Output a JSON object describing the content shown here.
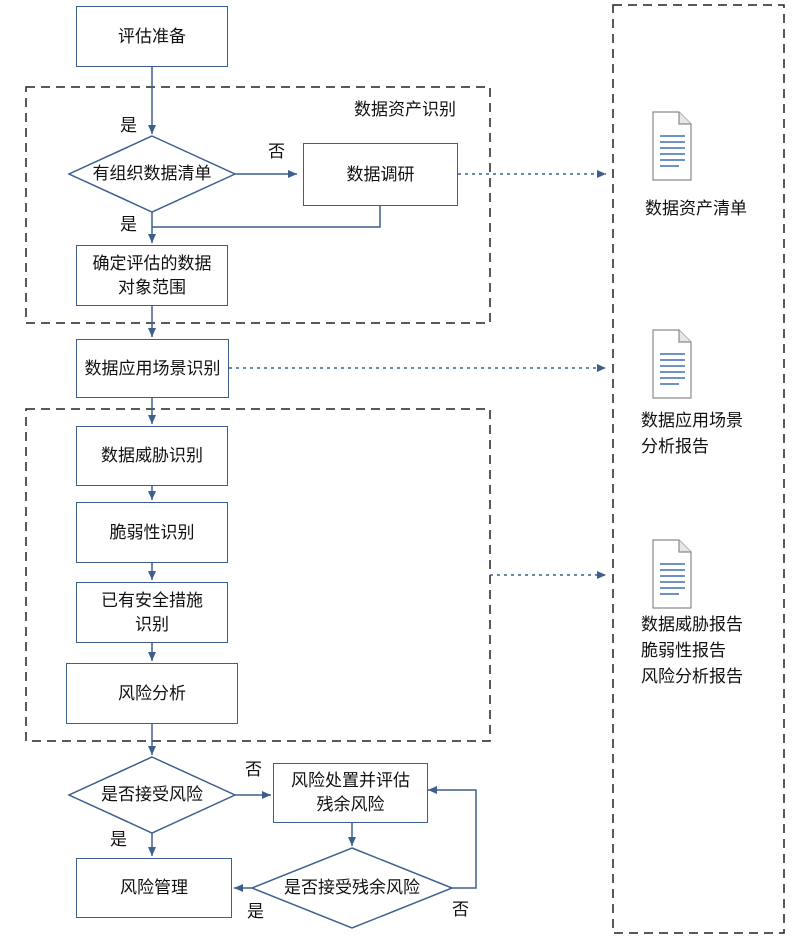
{
  "steps": {
    "prepare": "评估准备",
    "asset_section_title": "数据资产识别",
    "has_inventory": "有组织数据清单",
    "research": "数据调研",
    "define_scope": "确定评估的数据\n对象范围",
    "scenario_identify": "数据应用场景识别",
    "threat_identify": "数据威胁识别",
    "vuln_identify": "脆弱性识别",
    "measures_identify": "已有安全措施\n识别",
    "risk_analysis": "风险分析",
    "accept_risk": "是否接受风险",
    "treat_risk": "风险处置并评估\n残余风险",
    "accept_residual": "是否接受残余风险",
    "risk_manage": "风险管理"
  },
  "labels": {
    "yes": "是",
    "no": "否"
  },
  "outputs": {
    "asset_list": "数据资产清单",
    "scenario_report": "数据应用场景\n分析报告",
    "reports": "数据威胁报告\n脆弱性报告\n风险分析报告"
  }
}
